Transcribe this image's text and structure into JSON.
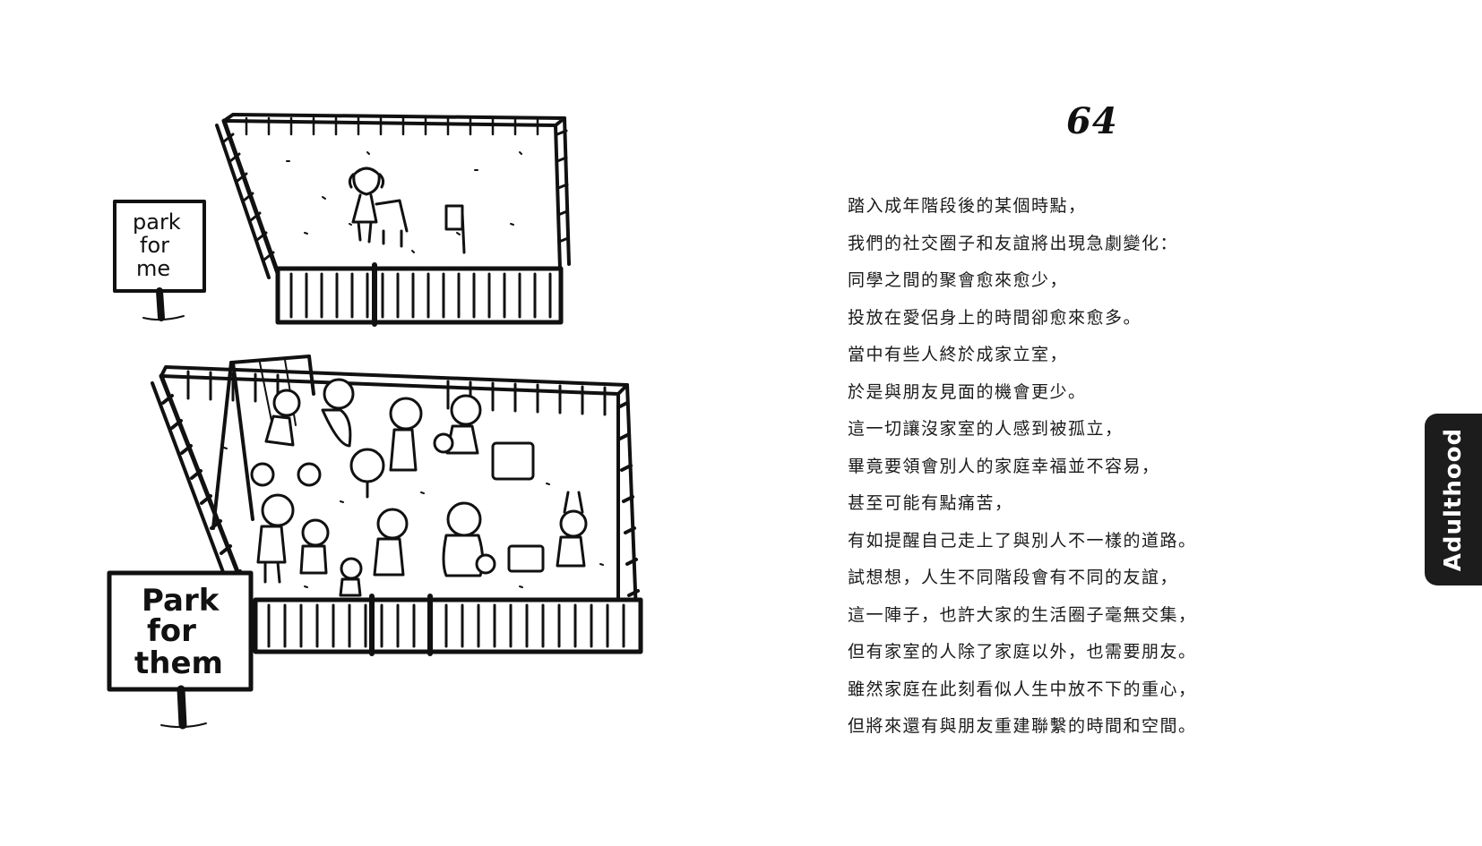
{
  "page_number": "64",
  "signs": {
    "top": [
      "park",
      "for",
      "me"
    ],
    "bottom": [
      "Park",
      "for",
      "them"
    ]
  },
  "body_lines": [
    "踏入成年階段後的某個時點，",
    "我們的社交圈子和友誼將出現急劇變化：",
    "同學之間的聚會愈來愈少，",
    "投放在愛侶身上的時間卻愈來愈多。",
    "當中有些人終於成家立室，",
    "於是與朋友見面的機會更少。",
    "這一切讓沒家室的人感到被孤立，",
    "畢竟要領會別人的家庭幸福並不容易，",
    "甚至可能有點痛苦，",
    "有如提醒自己走上了與別人不一樣的道路。",
    "試想想，人生不同階段會有不同的友誼，",
    "這一陣子，也許大家的生活圈子毫無交集，",
    "但有家室的人除了家庭以外，也需要朋友。",
    "雖然家庭在此刻看似人生中放不下的重心，",
    "但將來還有與朋友重建聯繫的時間和空間。"
  ],
  "side_tab": {
    "label": "Adulthood",
    "background": "#1c1c1c",
    "text_color": "#ffffff"
  },
  "ink_color": "#111111"
}
